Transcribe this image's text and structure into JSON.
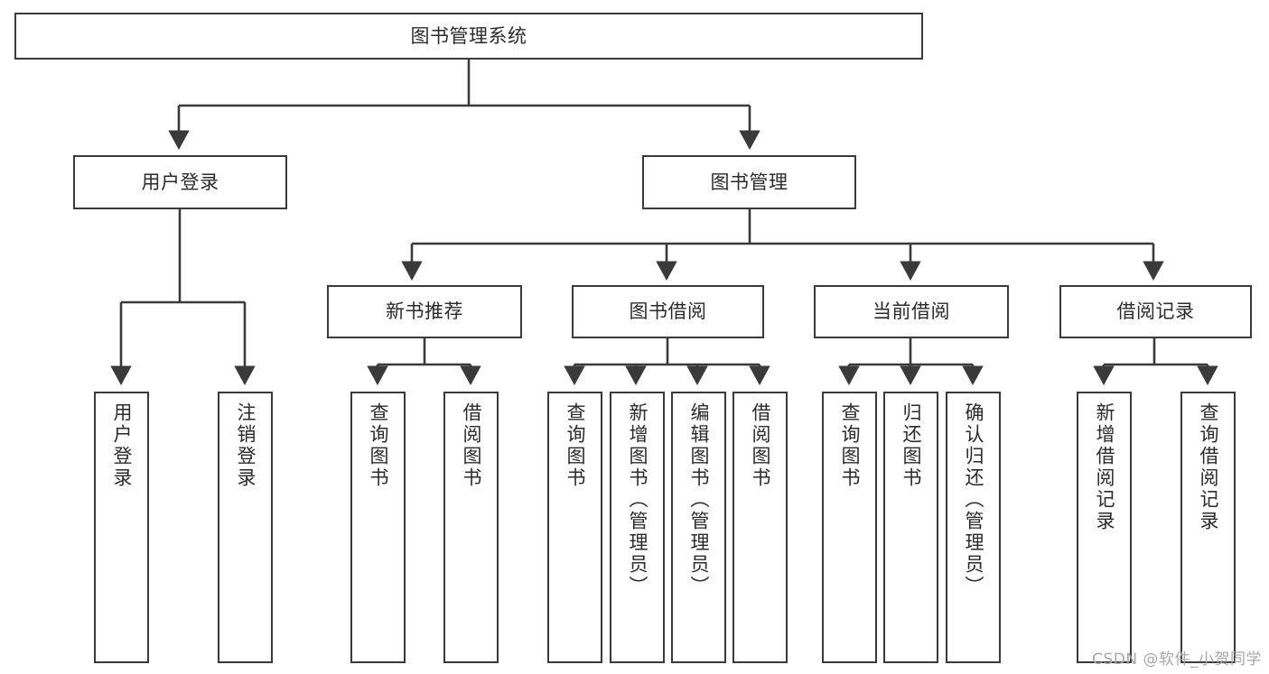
{
  "diagram": {
    "title": "图书管理系统",
    "type": "tree-hierarchy-diagram",
    "stroke_color": "#3a3a3a",
    "fill_color": "#ffffff",
    "text_color": "#2b2b2b"
  },
  "nodes": {
    "root": {
      "label": "图书管理系统",
      "level": 0
    },
    "level1": [
      {
        "id": "user-login",
        "label": "用户登录"
      },
      {
        "id": "book-manage",
        "label": "图书管理"
      }
    ],
    "level2": [
      {
        "id": "new-book-recommend",
        "label": "新书推荐"
      },
      {
        "id": "book-borrow",
        "label": "图书借阅"
      },
      {
        "id": "current-borrow",
        "label": "当前借阅"
      },
      {
        "id": "borrow-record",
        "label": "借阅记录"
      }
    ],
    "leaves": {
      "user_login": [
        {
          "id": "leaf-user-login",
          "label": "用户登录"
        },
        {
          "id": "leaf-logout-login",
          "label": "注销登录"
        }
      ],
      "new_book_recommend": [
        {
          "id": "leaf-query-book-1",
          "label": "查询图书"
        },
        {
          "id": "leaf-borrow-book-1",
          "label": "借阅图书"
        }
      ],
      "book_borrow": [
        {
          "id": "leaf-query-book-2",
          "label": "查询图书"
        },
        {
          "id": "leaf-add-book",
          "label": "新增图书（管理员）"
        },
        {
          "id": "leaf-edit-book",
          "label": "编辑图书（管理员）"
        },
        {
          "id": "leaf-borrow-book-2",
          "label": "借阅图书"
        }
      ],
      "current_borrow": [
        {
          "id": "leaf-query-book-3",
          "label": "查询图书"
        },
        {
          "id": "leaf-return-book",
          "label": "归还图书"
        },
        {
          "id": "leaf-confirm-return",
          "label": "确认归还（管理员）"
        }
      ],
      "borrow_record": [
        {
          "id": "leaf-add-record",
          "label": "新增借阅记录"
        },
        {
          "id": "leaf-query-record",
          "label": "查询借阅记录"
        }
      ]
    }
  },
  "watermark": {
    "text": "CSDN @软件_小贺同学"
  }
}
